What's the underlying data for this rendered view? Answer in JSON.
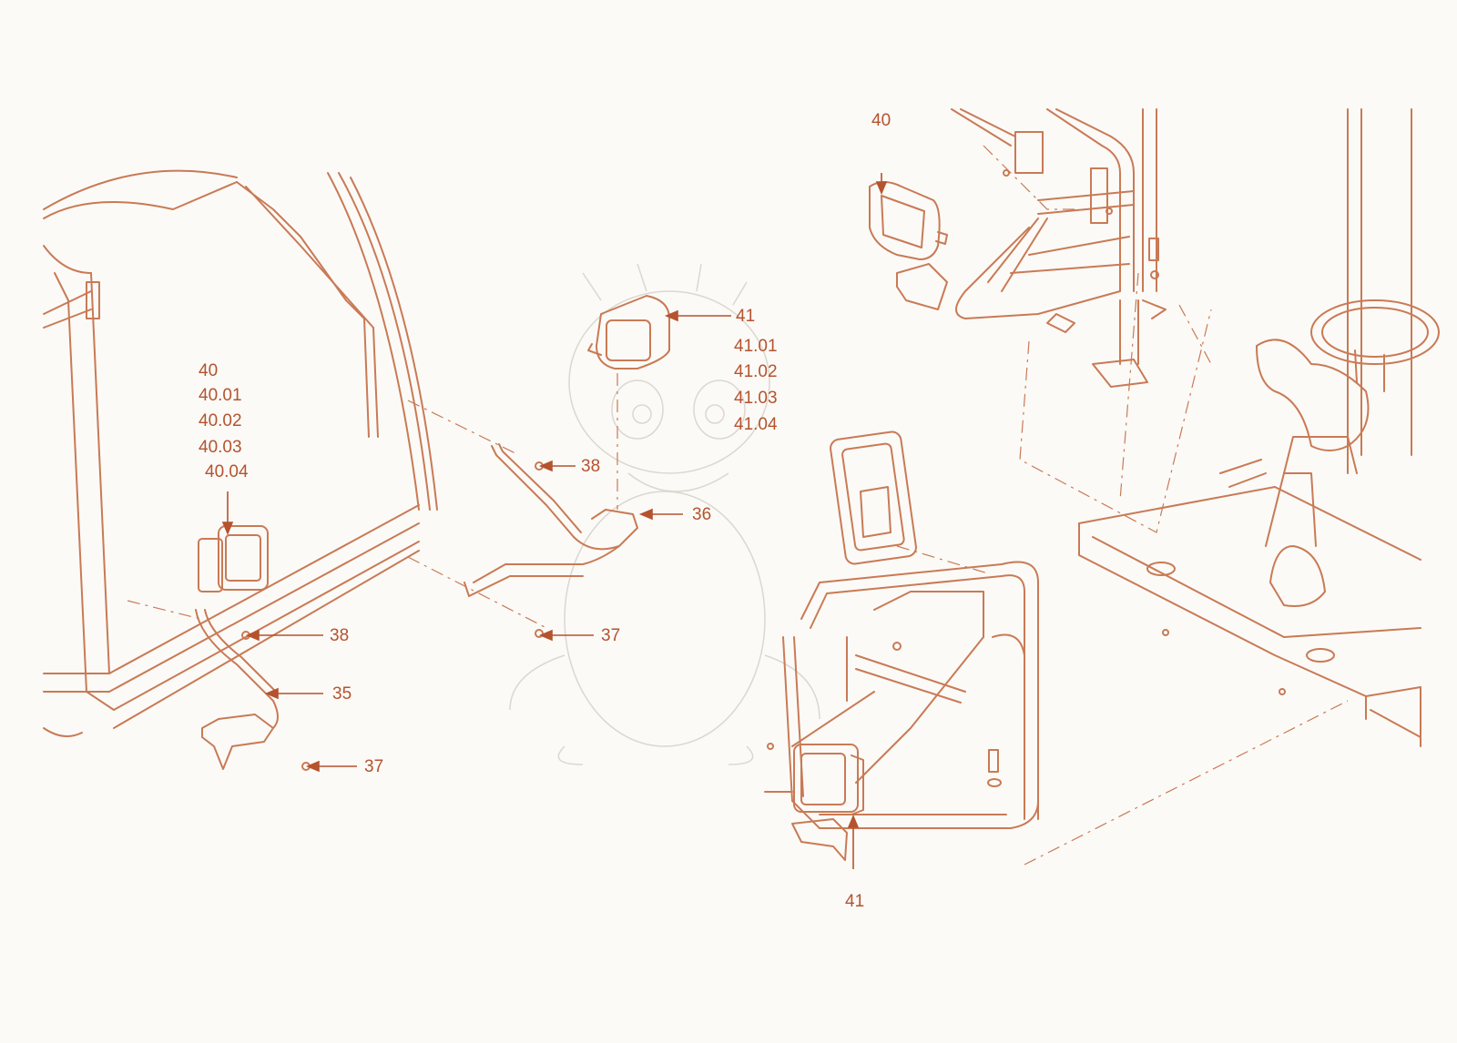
{
  "colors": {
    "line_art": "#c97a55",
    "callout_text": "#b5532e",
    "background": "#fbfaf7",
    "watermark": "#d9d4cc"
  },
  "callouts": {
    "lamp_41_top": {
      "number": "41"
    },
    "lamp_41_variants": [
      "41.01",
      "41.02",
      "41.03",
      "41.04"
    ],
    "lamp_40_variants": [
      "40",
      "40.01",
      "40.02",
      "40.03",
      "40.04"
    ],
    "lamp_40_right": {
      "number": "40"
    },
    "bracket_36": {
      "number": "36"
    },
    "bracket_35": {
      "number": "35"
    },
    "screw_38_upper": {
      "number": "38"
    },
    "screw_38_lower": {
      "number": "38"
    },
    "screw_37_middle": {
      "number": "37"
    },
    "screw_37_lower": {
      "number": "37"
    },
    "lamp_41_bottom": {
      "number": "41"
    }
  },
  "watermark": {
    "icon": "dragon-mascot-icon"
  }
}
